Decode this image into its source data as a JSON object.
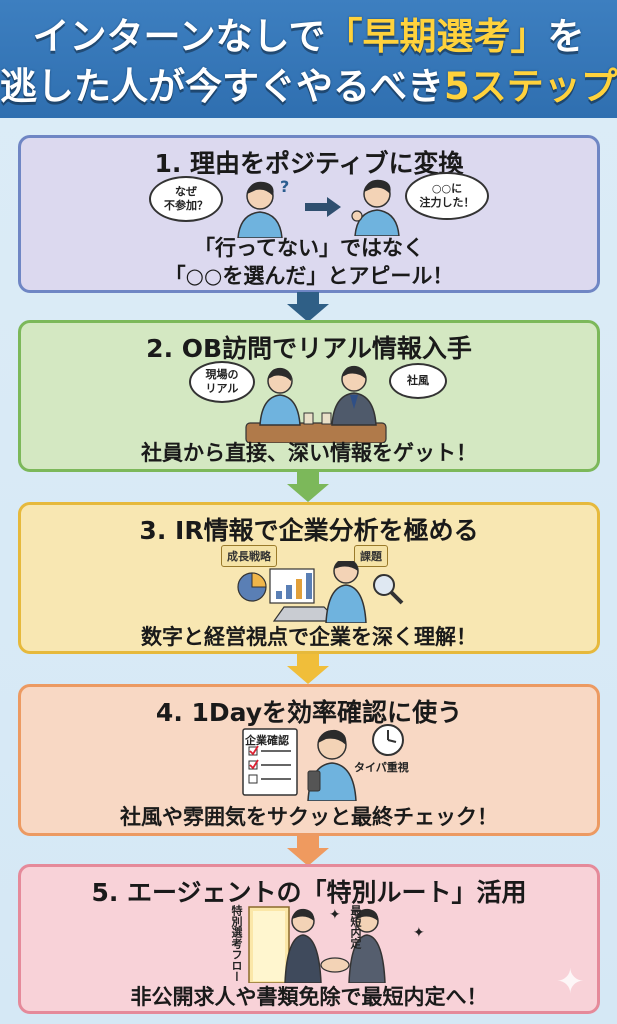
{
  "header": {
    "line1_pre": "インターンなしで",
    "line1_hl": "「早期選考」",
    "line1_post": "を",
    "line2_pre": "逃した人が今すぐやるべき",
    "line2_hl": "5ステップ"
  },
  "steps": [
    {
      "title": "1. 理由をポジティブに変換",
      "bubble_left": "なぜ\n不参加？",
      "bubble_right": "○○に\n注力した！",
      "body_line1": "「行ってない」ではなく",
      "body_line2": "「○○を選んだ」とアピール！"
    },
    {
      "title": "2. OB訪問でリアル情報入手",
      "bubble_left": "現場の\nリアル",
      "bubble_right": "社風",
      "body_line1": "社員から直接、深い情報をゲット！"
    },
    {
      "title": "3. IR情報で企業分析を極める",
      "tag_left": "成長戦略",
      "tag_right": "課題",
      "body_line1": "数字と経営視点で企業を深く理解！"
    },
    {
      "title": "4. 1Dayを効率確認に使う",
      "label_checklist": "企業確認",
      "label_clock": "タイパ重視",
      "body_line1": "社風や雰囲気をサクッと最終チェック！"
    },
    {
      "title": "5. エージェントの「特別ルート」活用",
      "label_door": "特別選考フロー",
      "label_right": "最短内定",
      "body_line1": "非公開求人や書類免除で最短内定へ！"
    }
  ],
  "colors": {
    "header_bg": "#3573b6",
    "title_highlight": "#ffd23c",
    "step1_bg": "#dcd9ef",
    "step1_border": "#6f86c4",
    "step2_bg": "#d4e8c2",
    "step2_border": "#7cb85a",
    "step3_bg": "#f8e7b2",
    "step3_border": "#e6b93c",
    "step4_bg": "#f8d8c4",
    "step4_border": "#ec9a62",
    "step5_bg": "#f8d2d8",
    "step5_border": "#e58a9a"
  }
}
